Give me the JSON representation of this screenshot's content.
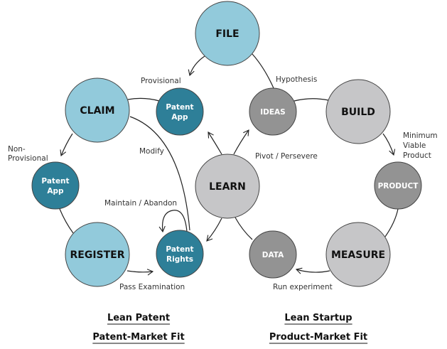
{
  "colors": {
    "light_blue": "#92CADB",
    "teal": "#2E7F98",
    "light_gray": "#C6C6C8",
    "dark_gray": "#939393"
  },
  "nodes": {
    "file": "FILE",
    "claim": "CLAIM",
    "patent_app_top": [
      "Patent",
      "App"
    ],
    "patent_app_left": [
      "Patent",
      "App"
    ],
    "register": "REGISTER",
    "patent_rights": [
      "Patent",
      "Rights"
    ],
    "learn": "LEARN",
    "ideas": "IDEAS",
    "build": "BUILD",
    "product": "PRODUCT",
    "measure": "MEASURE",
    "data": "DATA"
  },
  "edge_labels": {
    "provisional": "Provisional",
    "hypothesis": "Hypothesis",
    "non_provisional": [
      "Non-",
      "Provisional"
    ],
    "modify": "Modify",
    "pivot_persevere": "Pivot / Persevere",
    "minimum_viable_product": [
      "Minimum",
      "Viable",
      "Product"
    ],
    "maintain_abandon": "Maintain / Abandon",
    "pass_examination": "Pass Examination",
    "run_experiment": "Run experiment"
  },
  "titles": {
    "left": [
      "Lean Patent",
      "Patent-Market Fit"
    ],
    "right": [
      "Lean Startup",
      "Product-Market Fit"
    ]
  }
}
